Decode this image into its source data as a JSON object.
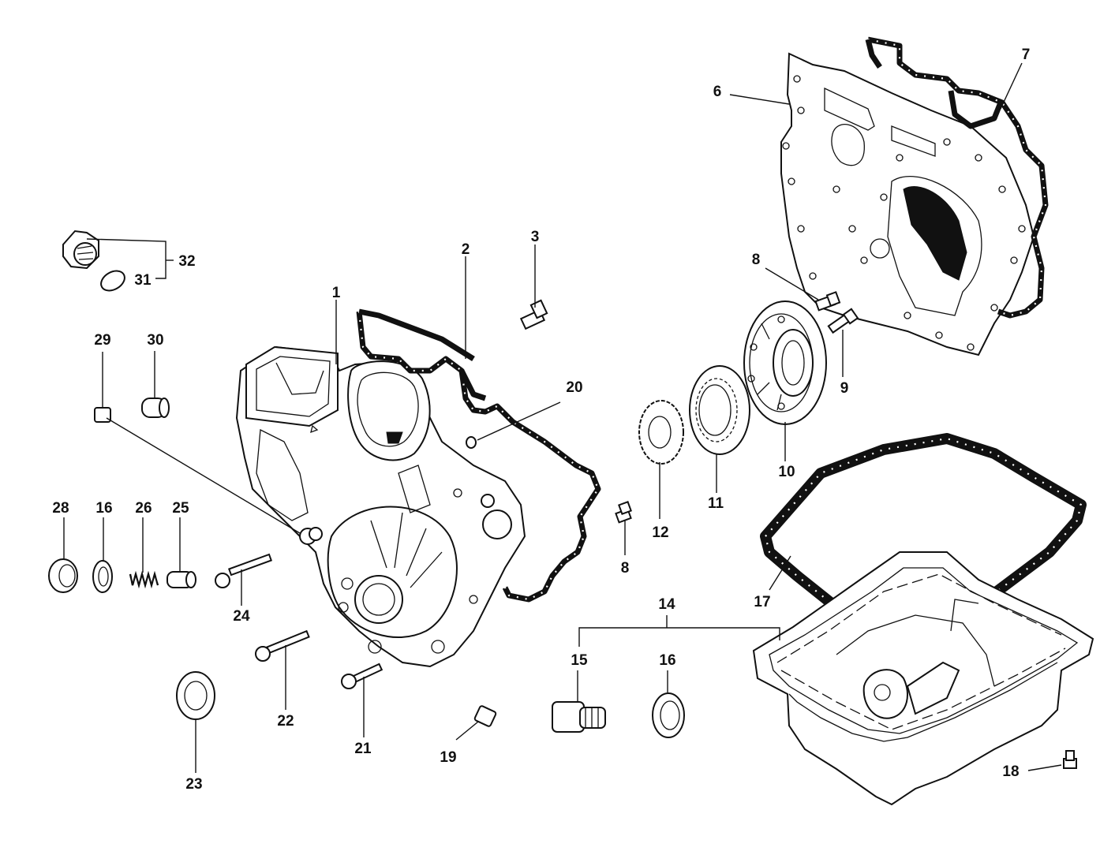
{
  "diagram": {
    "title": "",
    "parts": [
      {
        "id": "p1",
        "label": "1",
        "name": "gear-case-cover"
      },
      {
        "id": "p2",
        "label": "2",
        "name": "gear-case-gasket"
      },
      {
        "id": "p3",
        "label": "3",
        "name": "bolt"
      },
      {
        "id": "p6",
        "label": "6",
        "name": "gear-case-plate"
      },
      {
        "id": "p7",
        "label": "7",
        "name": "plate-gasket"
      },
      {
        "id": "p8a",
        "label": "8",
        "name": "bolt"
      },
      {
        "id": "p8b",
        "label": "8",
        "name": "bolt"
      },
      {
        "id": "p9",
        "label": "9",
        "name": "bolt"
      },
      {
        "id": "p10",
        "label": "10",
        "name": "oil-pump-body"
      },
      {
        "id": "p11",
        "label": "11",
        "name": "outer-rotor"
      },
      {
        "id": "p12",
        "label": "12",
        "name": "inner-rotor-gear"
      },
      {
        "id": "p14",
        "label": "14",
        "name": "drain-plug-assembly"
      },
      {
        "id": "p15",
        "label": "15",
        "name": "drain-plug"
      },
      {
        "id": "p16a",
        "label": "16",
        "name": "washer"
      },
      {
        "id": "p16b",
        "label": "16",
        "name": "washer"
      },
      {
        "id": "p17",
        "label": "17",
        "name": "oil-pan-gasket"
      },
      {
        "id": "p18",
        "label": "18",
        "name": "bolt"
      },
      {
        "id": "p19",
        "label": "19",
        "name": "plug"
      },
      {
        "id": "p20",
        "label": "20",
        "name": "o-ring"
      },
      {
        "id": "p21",
        "label": "21",
        "name": "bolt"
      },
      {
        "id": "p22",
        "label": "22",
        "name": "bolt"
      },
      {
        "id": "p23",
        "label": "23",
        "name": "oil-seal"
      },
      {
        "id": "p24",
        "label": "24",
        "name": "bolt"
      },
      {
        "id": "p25",
        "label": "25",
        "name": "relief-valve"
      },
      {
        "id": "p26",
        "label": "26",
        "name": "spring"
      },
      {
        "id": "p28",
        "label": "28",
        "name": "plug"
      },
      {
        "id": "p29",
        "label": "29",
        "name": "dowel-pin"
      },
      {
        "id": "p30",
        "label": "30",
        "name": "bushing"
      },
      {
        "id": "p31",
        "label": "31",
        "name": "o-ring"
      },
      {
        "id": "p32",
        "label": "32",
        "name": "oil-filler-cap"
      }
    ]
  }
}
